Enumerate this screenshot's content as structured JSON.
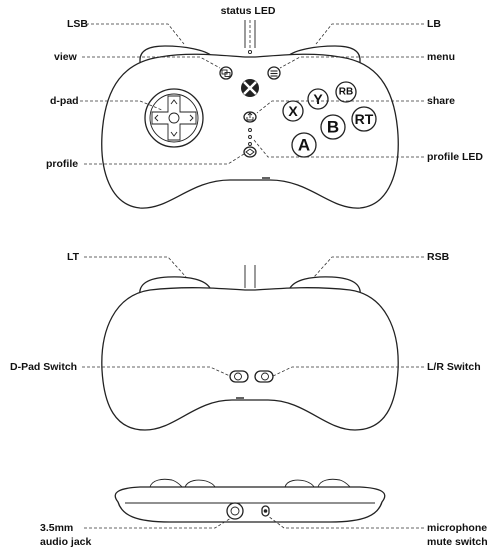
{
  "callouts": {
    "status_led": "status LED",
    "lsb": "LSB",
    "lb": "LB",
    "view": "view",
    "menu": "menu",
    "dpad": "d-pad",
    "share": "share",
    "profile": "profile",
    "profile_led": "profile LED",
    "lt": "LT",
    "rsb": "RSB",
    "dpad_switch": "D-Pad Switch",
    "lr_switch": "L/R Switch",
    "audio_jack_line1": "3.5mm",
    "audio_jack_line2": "audio jack",
    "mic_mute_line1": "microphone",
    "mic_mute_line2": "mute switch"
  },
  "buttons": {
    "x": "X",
    "y": "Y",
    "a": "A",
    "b": "B",
    "rb": "RB",
    "rt": "RT"
  },
  "icons": {
    "logo": "xbox-logo-icon",
    "view": "view-icon",
    "menu": "menu-icon",
    "share": "share-icon",
    "profile": "profile-icon"
  }
}
